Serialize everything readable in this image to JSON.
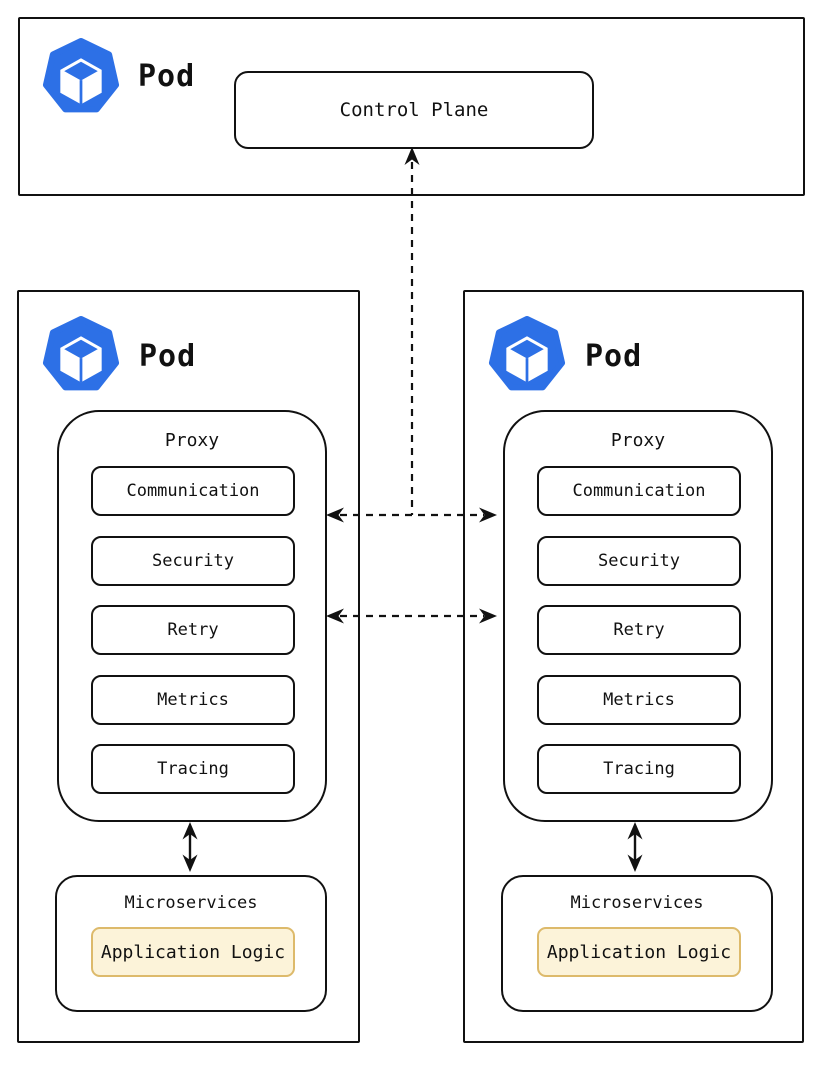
{
  "colors": {
    "blue": "#2d70e6",
    "line": "#111111",
    "app_fill": "#fcf3d9",
    "app_border": "#ddba6b"
  },
  "control_pod": {
    "label": "Pod",
    "control_plane_label": "Control Plane"
  },
  "pods": [
    {
      "label": "Pod",
      "proxy": {
        "title": "Proxy",
        "features": [
          "Communication",
          "Security",
          "Retry",
          "Metrics",
          "Tracing"
        ]
      },
      "microservices": {
        "title": "Microservices",
        "app_label": "Application Logic"
      }
    },
    {
      "label": "Pod",
      "proxy": {
        "title": "Proxy",
        "features": [
          "Communication",
          "Security",
          "Retry",
          "Metrics",
          "Tracing"
        ]
      },
      "microservices": {
        "title": "Microservices",
        "app_label": "Application Logic"
      }
    }
  ]
}
